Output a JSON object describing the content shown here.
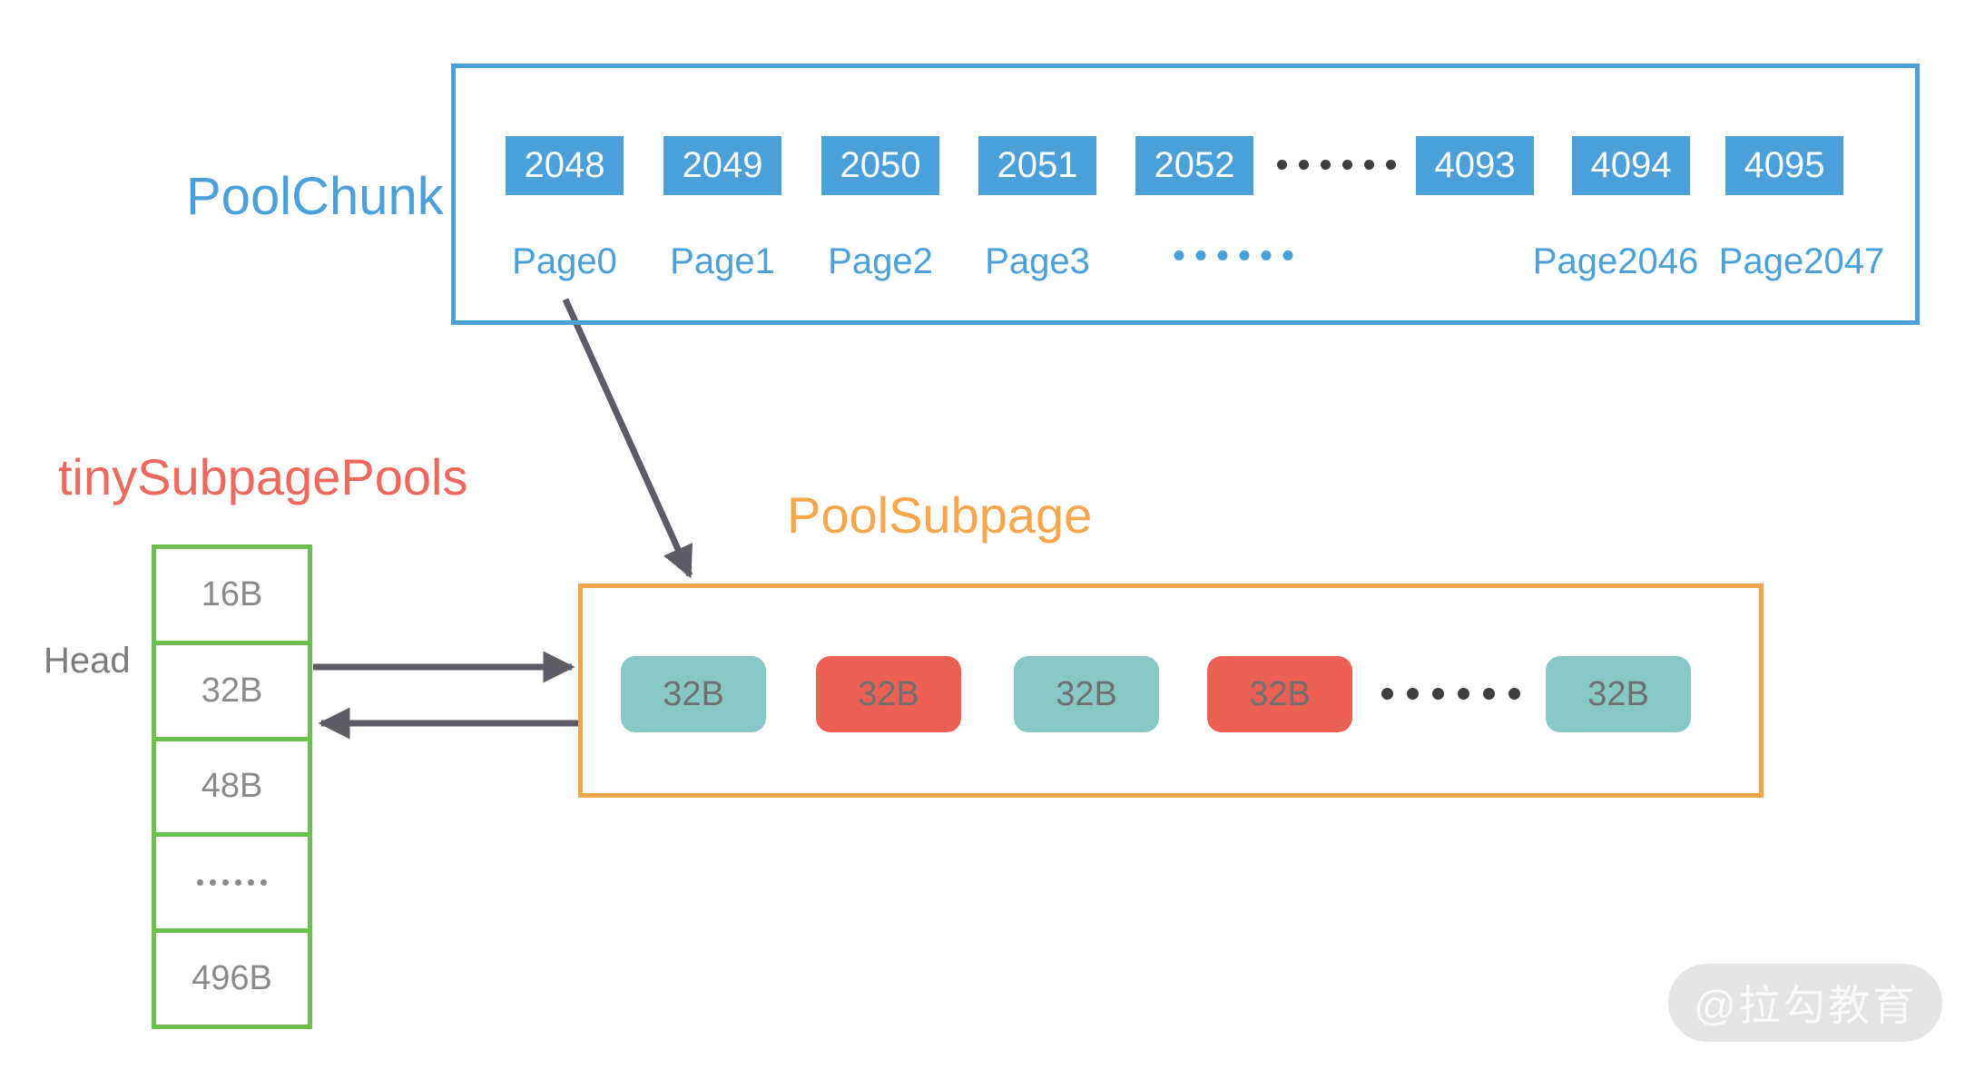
{
  "pool_chunk": {
    "label": "PoolChunk",
    "cells": [
      {
        "value": "2048"
      },
      {
        "value": "2049"
      },
      {
        "value": "2050"
      },
      {
        "value": "2051"
      },
      {
        "value": "2052"
      },
      {
        "dots": true
      },
      {
        "value": "4093"
      },
      {
        "value": "4094"
      },
      {
        "value": "4095"
      }
    ],
    "page_labels": [
      {
        "text": "Page0"
      },
      {
        "text": "Page1"
      },
      {
        "text": "Page2"
      },
      {
        "text": "Page3"
      },
      {
        "dots": true
      },
      {
        "text": "Page2046"
      },
      {
        "text": "Page2047"
      }
    ]
  },
  "tiny_subpage_pools": {
    "label": "tinySubpagePools",
    "head_label": "Head",
    "rows": [
      {
        "text": "16B"
      },
      {
        "text": "32B"
      },
      {
        "text": "48B"
      },
      {
        "dots": true
      },
      {
        "text": "496B"
      }
    ]
  },
  "pool_subpage": {
    "label": "PoolSubpage",
    "cells": [
      {
        "text": "32B",
        "state": "free"
      },
      {
        "text": "32B",
        "state": "used"
      },
      {
        "text": "32B",
        "state": "free"
      },
      {
        "text": "32B",
        "state": "used"
      },
      {
        "dots": true
      },
      {
        "text": "32B",
        "state": "free"
      }
    ]
  },
  "watermark": {
    "text": "@拉勾教育"
  },
  "dots_per_ellipsis": 6,
  "colors": {
    "blue": "#4BA0D9",
    "green": "#6CC04D",
    "orange_border": "#F0A24D",
    "orange_label": "#F7A64B",
    "coral": "#EE685D",
    "red_cell": "#EB5F55",
    "teal_cell": "#87C8C6",
    "cell_text_gray": "#6F7070",
    "table_text_gray": "#8A8A8A",
    "arrow_gray": "#5C5B66",
    "dark_dot": "#3E3E40",
    "watermark_bg": "#E4E4E4",
    "watermark_text": "#FAFAFA"
  }
}
